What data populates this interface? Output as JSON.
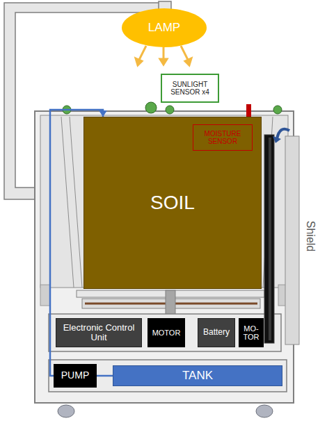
{
  "diagram": {
    "nodes": [
      {
        "text": [
          "LAMP"
        ]
      },
      {
        "text": [
          "SUNLIGHT SENSOR x4"
        ]
      },
      {
        "text": [
          "SOIL"
        ]
      },
      {
        "text": [
          "MOISTURE SENSOR"
        ],
        "in": 2
      },
      {
        "text": [
          "Electronic Control Unit"
        ]
      },
      {
        "text": [
          "MOTOR"
        ]
      },
      {
        "text": [
          "Battery"
        ]
      },
      {
        "text": [
          "MO- TOR"
        ]
      },
      {
        "text": [
          "PUMP"
        ]
      },
      {
        "text": [
          "TANK"
        ]
      }
    ],
    "edges": [
      {
        "from": 8,
        "to": 9,
        "arrow": "none"
      },
      {
        "from": 8,
        "to": 2,
        "arrow": "to"
      }
    ],
    "labels": [
      "Shield"
    ]
  }
}
